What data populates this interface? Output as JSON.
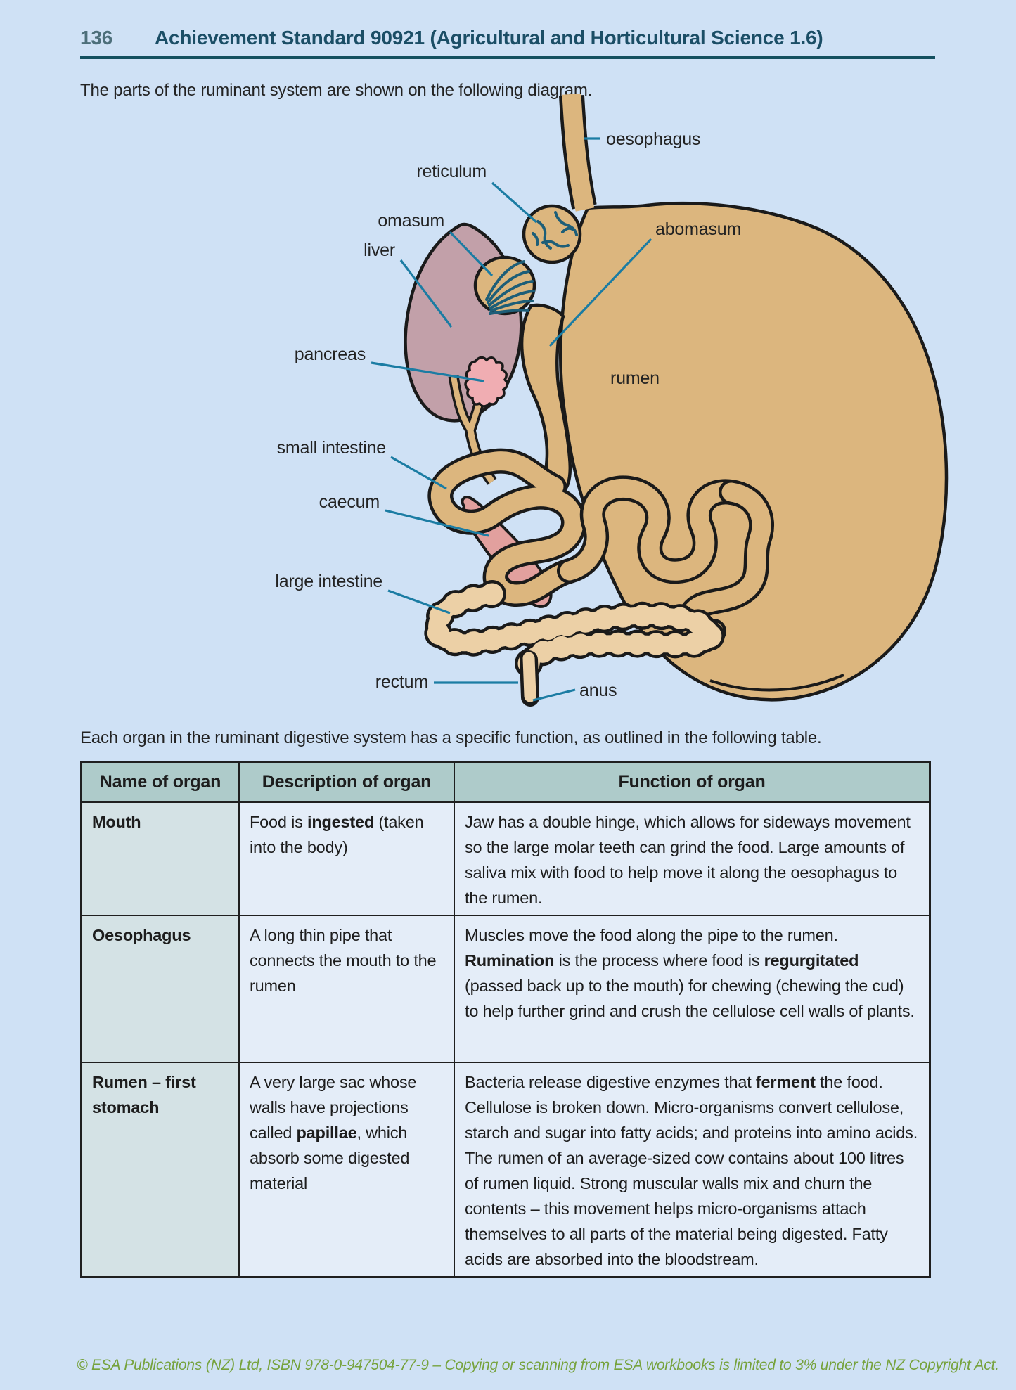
{
  "header": {
    "page_number": "136",
    "title": "Achievement Standard 90921 (Agricultural and Horticultural Science 1.6)"
  },
  "intro_text": "The parts of the ruminant system are shown on the following diagram.",
  "diagram": {
    "labels": {
      "oesophagus": "oesophagus",
      "reticulum": "reticulum",
      "omasum": "omasum",
      "liver": "liver",
      "abomasum": "abomasum",
      "pancreas": "pancreas",
      "rumen": "rumen",
      "small_intestine": "small intestine",
      "caecum": "caecum",
      "large_intestine": "large intestine",
      "rectum": "rectum",
      "anus": "anus"
    },
    "colors": {
      "organ_tan": "#dcb67e",
      "liver_mauve": "#c2a0a9",
      "pancreas_pink": "#f0adb2",
      "caecum_pink": "#e2a09e",
      "large_intestine_peach": "#ecd0a6",
      "leader_line_teal": "#1b7ca3",
      "inner_line_teal": "#1d5e78",
      "outline_black": "#1a1a1a"
    }
  },
  "table_intro_text": "Each organ in the ruminant digestive system has a specific function, as outlined in the following table.",
  "table": {
    "headers": [
      "Name of organ",
      "Description of organ",
      "Function of organ"
    ],
    "rows": [
      {
        "name": "Mouth",
        "description": [
          {
            "t": "Food is "
          },
          {
            "t": "ingested",
            "b": true
          },
          {
            "t": " (taken into the body)"
          }
        ],
        "function": [
          {
            "t": "Jaw has a double hinge, which allows for sideways movement so the large molar teeth can grind the food. Large amounts of saliva mix with food to help move it along the oesophagus to the rumen."
          }
        ]
      },
      {
        "name": "Oesophagus",
        "description": [
          {
            "t": "A long thin pipe that connects the mouth to the rumen"
          }
        ],
        "function": [
          {
            "t": "Muscles move the food along the pipe to the rumen. "
          },
          {
            "t": "Rumination",
            "b": true
          },
          {
            "t": " is the process where food is "
          },
          {
            "t": "regurgitated",
            "b": true
          },
          {
            "t": " (passed back up to the mouth) for chewing (chewing the cud) to help further grind and crush the cellulose cell walls of plants."
          }
        ]
      },
      {
        "name": "Rumen – first stomach",
        "description": [
          {
            "t": "A very large sac whose walls have projections called "
          },
          {
            "t": "papillae",
            "b": true
          },
          {
            "t": ", which absorb some digested material"
          }
        ],
        "function": [
          {
            "t": "Bacteria release digestive enzymes that "
          },
          {
            "t": "ferment",
            "b": true
          },
          {
            "t": " the food. Cellulose is broken down. Micro-organisms convert cellulose, starch and sugar into fatty acids; and proteins into amino acids. The rumen of an average-sized cow contains about 100 litres of rumen liquid. Strong muscular walls mix and churn the contents – this movement helps micro-organisms attach themselves to all parts of the material being digested. Fatty acids are absorbed into the bloodstream."
          }
        ]
      }
    ]
  },
  "footer_text": "© ESA Publications (NZ) Ltd, ISBN 978-0-947504-77-9 –  Copying or scanning from ESA workbooks is limited to 3% under the NZ Copyright Act."
}
